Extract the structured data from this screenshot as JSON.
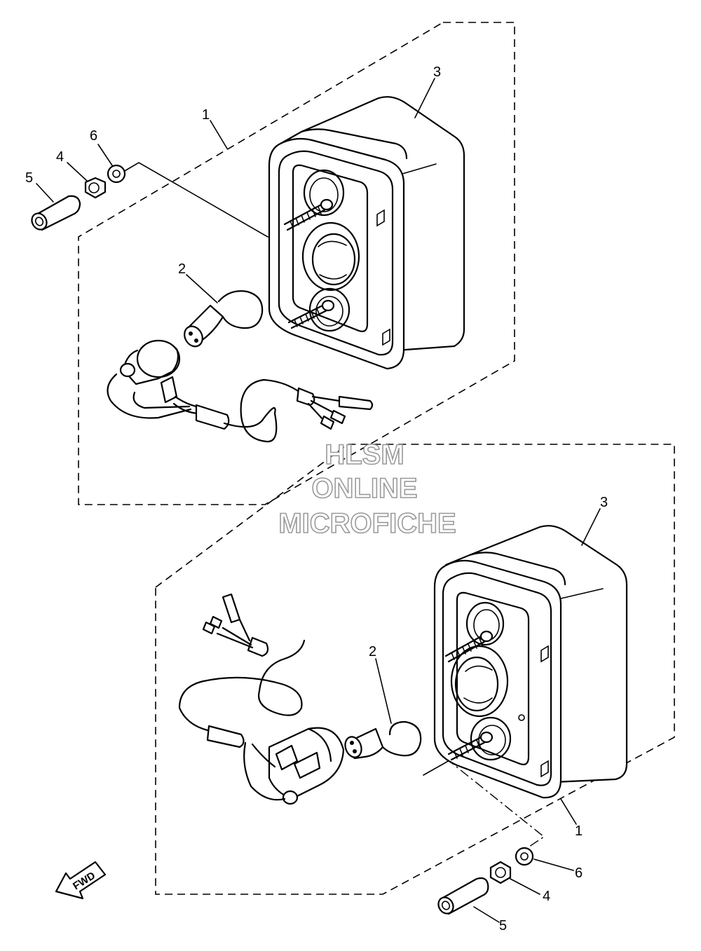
{
  "callouts": {
    "upper": {
      "lens_assy": "1",
      "bulb": "2",
      "taillight": "3",
      "nut": "4",
      "collar": "5",
      "washer": "6"
    },
    "lower": {
      "lens_assy": "1",
      "bulb": "2",
      "taillight": "3",
      "nut": "4",
      "collar": "5",
      "washer": "6"
    }
  },
  "watermark": {
    "line1": "HLSM",
    "line2": "ONLINE",
    "line3": "MICROFICHE"
  },
  "direction_marker": {
    "label": "FWD"
  }
}
